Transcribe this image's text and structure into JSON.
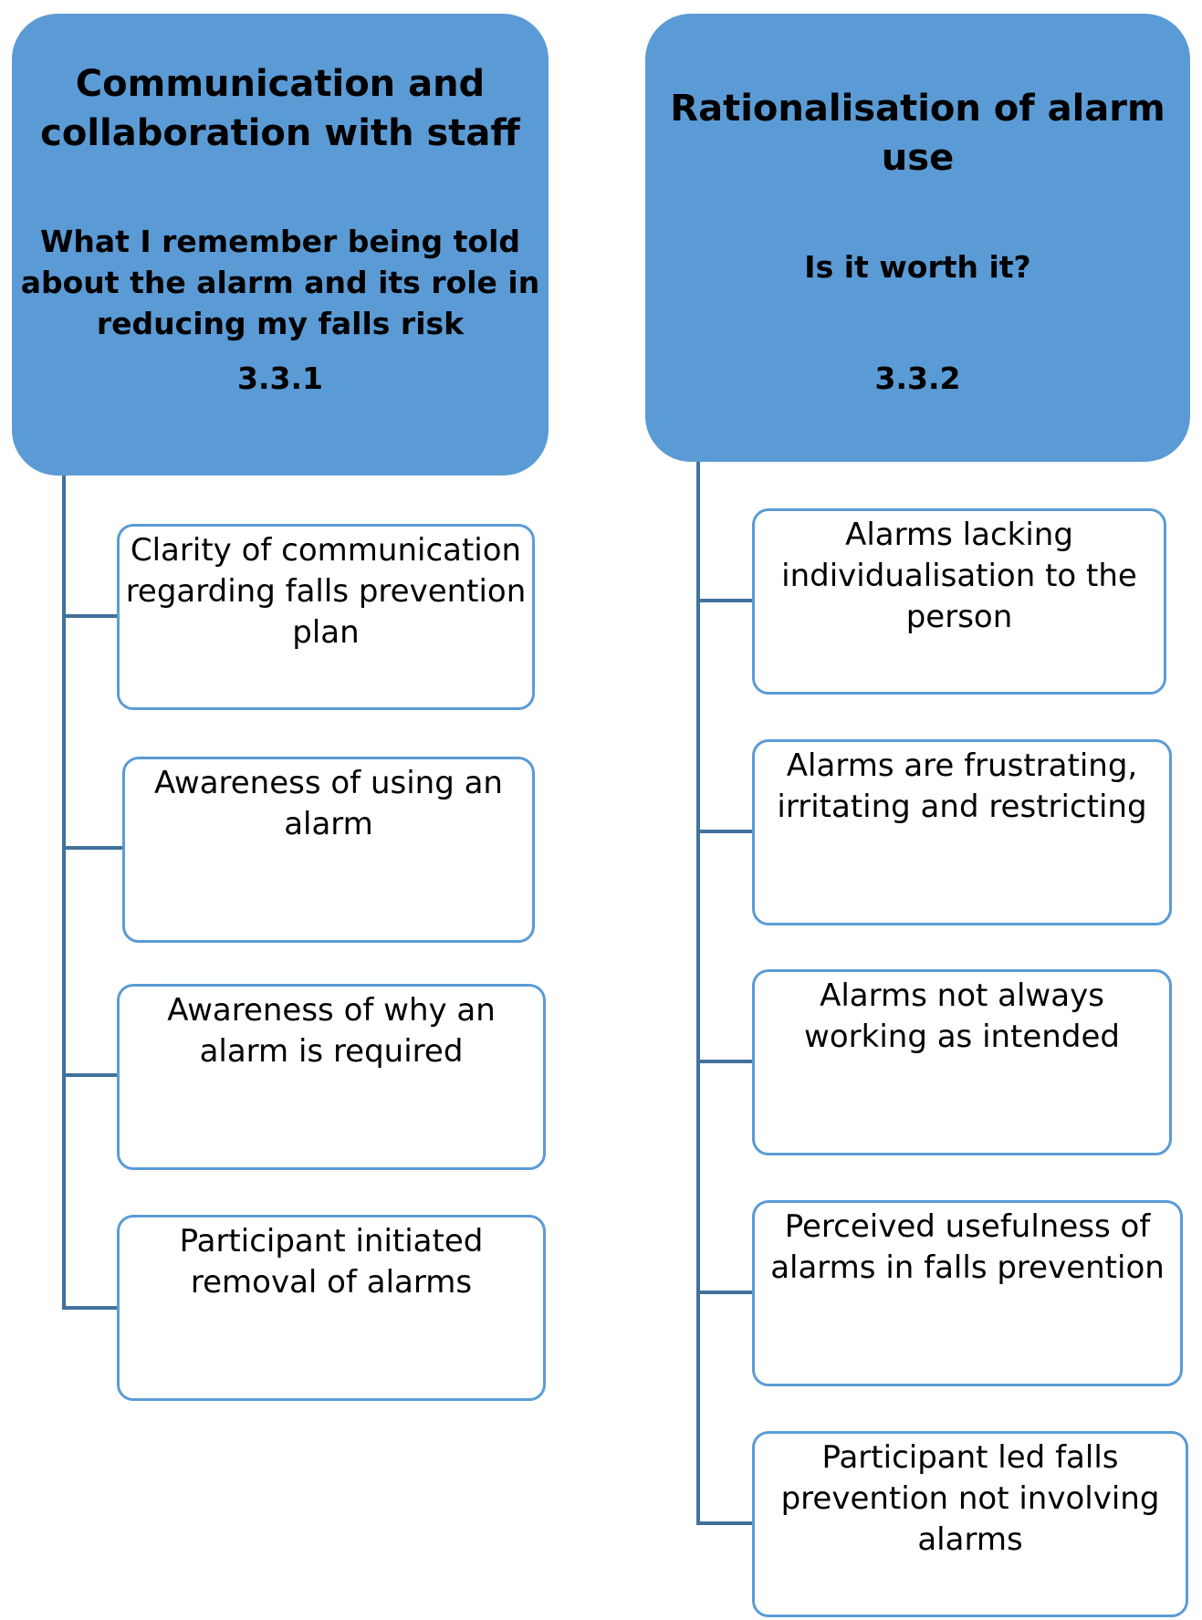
{
  "themes": [
    {
      "title": [
        "Communication and",
        "collaboration with staff"
      ],
      "subtitle": [
        "What I remember being told",
        "about the alarm and its role in",
        "reducing my falls risk"
      ],
      "code": "3.3.1",
      "subthemes": [
        [
          "Clarity of communication",
          "regarding falls prevention",
          "plan"
        ],
        [
          "Awareness of using an",
          "alarm"
        ],
        [
          "Awareness of why an",
          "alarm is required"
        ],
        [
          "Participant initiated",
          "removal of alarms"
        ]
      ]
    },
    {
      "title": [
        "Rationalisation of alarm",
        "use"
      ],
      "subtitle": [
        "Is it worth it?"
      ],
      "code": "3.3.2",
      "subthemes": [
        [
          "Alarms lacking",
          "individualisation to the",
          "person"
        ],
        [
          "Alarms are frustrating,",
          "irritating and restricting"
        ],
        [
          "Alarms not always",
          "working as intended"
        ],
        [
          "Perceived usefulness of",
          "alarms in falls prevention"
        ],
        [
          "Participant led falls",
          "prevention not involving",
          "alarms"
        ]
      ]
    }
  ],
  "colors": {
    "theme_fill": "#5b9bd5",
    "subtheme_border": "#5b9bd5",
    "connector": "#41719c"
  }
}
